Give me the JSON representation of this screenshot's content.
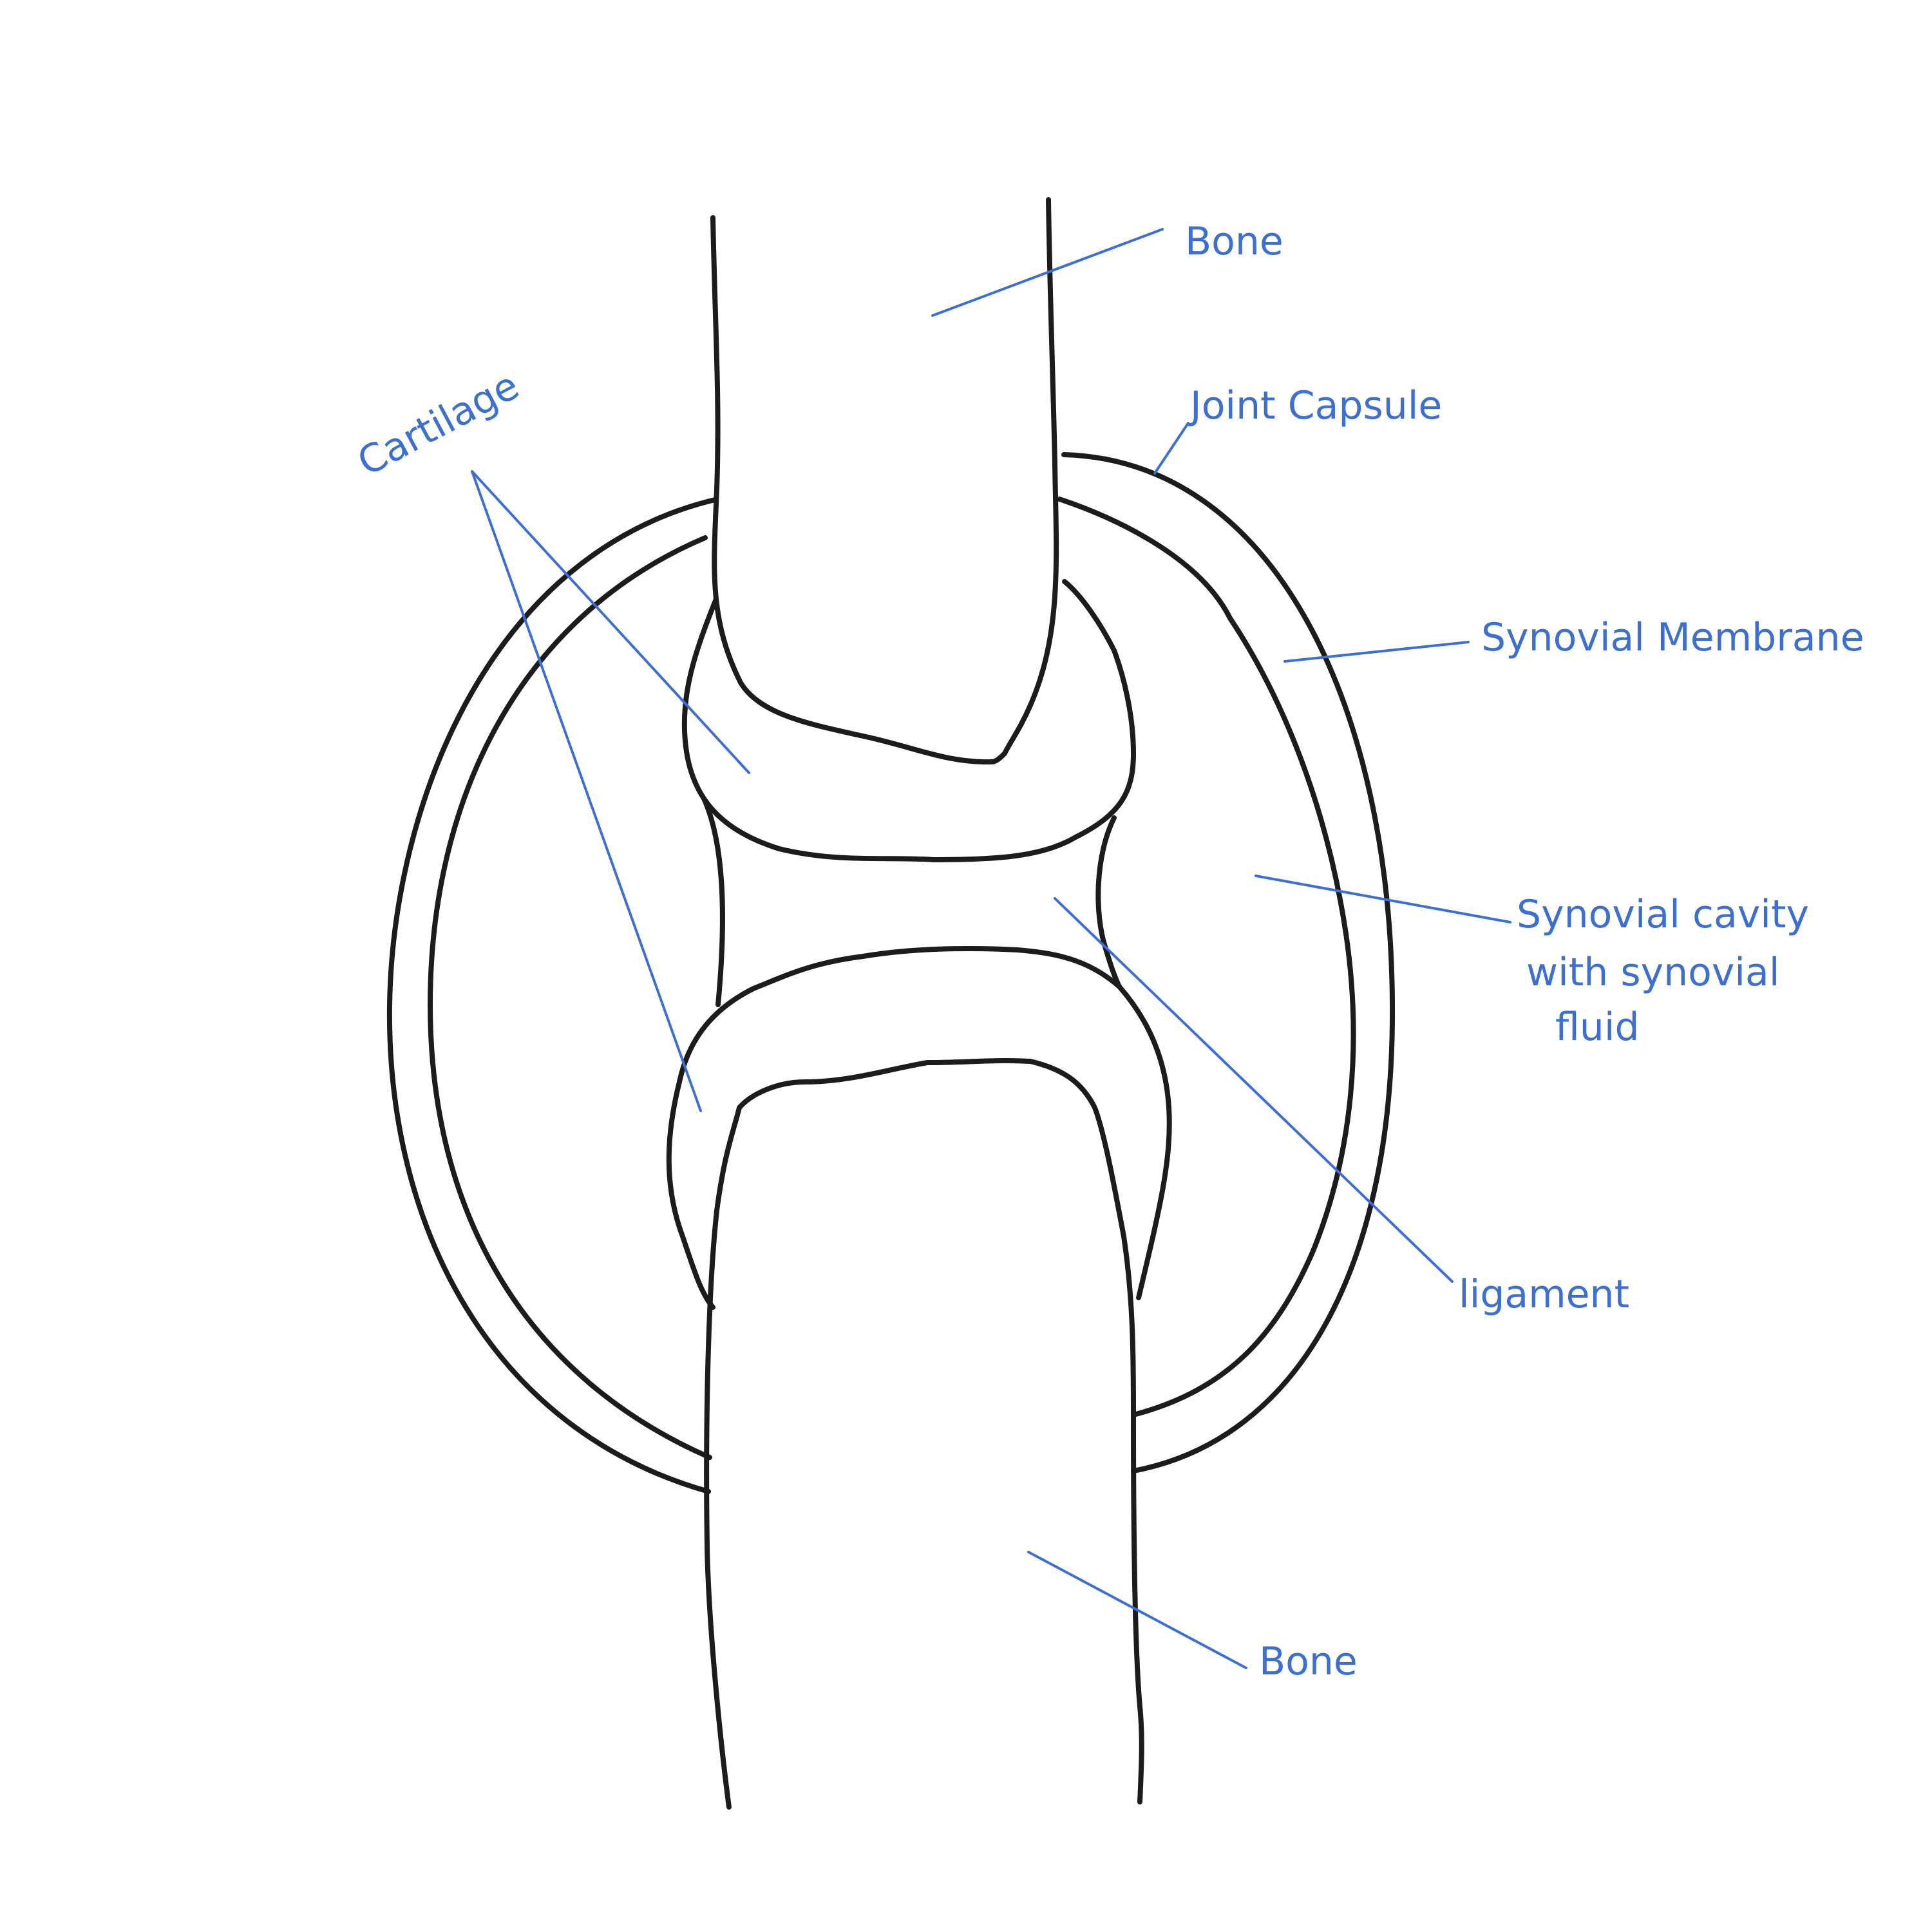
{
  "colors": {
    "outline": "#1c1c1c",
    "annotation": "#3b6fd4",
    "background": "#ffffff"
  },
  "labels": {
    "bone_top": "Bone",
    "joint_capsule": "Joint Capsule",
    "cartilage": "Cartilage",
    "synovial_membrane": "Synovial Membrane",
    "synovial_cavity_line1": "Synovial cavity",
    "synovial_cavity_line2": "with synovial",
    "synovial_cavity_line3": "fluid",
    "ligament": "ligament",
    "bone_bottom": "Bone"
  }
}
